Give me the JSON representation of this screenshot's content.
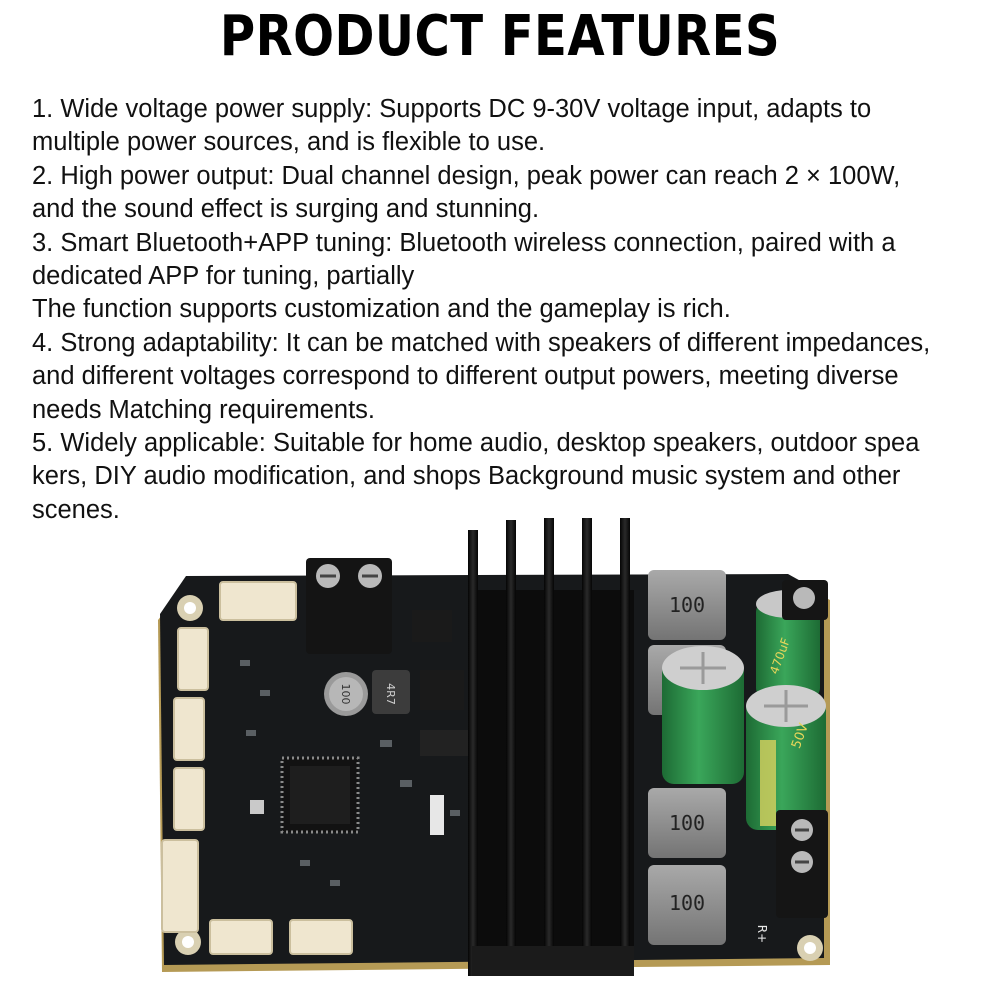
{
  "title": "PRODUCT FEATURES",
  "feature_lines": [
    "1. Wide voltage power supply: Supports DC 9-30V voltage input, adapts to",
    "multiple power sources, and is flexible to use.",
    "2. High power output: Dual channel design, peak power can reach 2 × 100W,",
    "and the sound effect is surging and stunning.",
    "3. Smart Bluetooth+APP tuning: Bluetooth wireless connection, paired with a",
    "dedicated APP for tuning, partially",
    "The function supports customization and the gameplay is rich.",
    "4. Strong adaptability: It can be matched with speakers of different impedances,",
    "and different voltages correspond to different output powers, meeting diverse",
    "needs Matching requirements.",
    "5. Widely applicable: Suitable for home audio, desktop speakers, outdoor spea",
    "kers, DIY audio modification, and shops Background music system and other",
    "scenes."
  ],
  "board": {
    "inductor_labels": [
      "100",
      "100",
      "100",
      "100"
    ],
    "choke_label": "4R7",
    "small_cap_label": "100",
    "cap_voltage_label": "50V",
    "cap_value_label": "470uF",
    "terminal_label": "R+",
    "colors": {
      "pcb": "#17191b",
      "pcb_edge": "#b59a55",
      "heatsink": "#0c0c0c",
      "inductor": "#8f8f8f",
      "capacitor": "#2f8f4a",
      "connector": "#efe6cf"
    }
  }
}
